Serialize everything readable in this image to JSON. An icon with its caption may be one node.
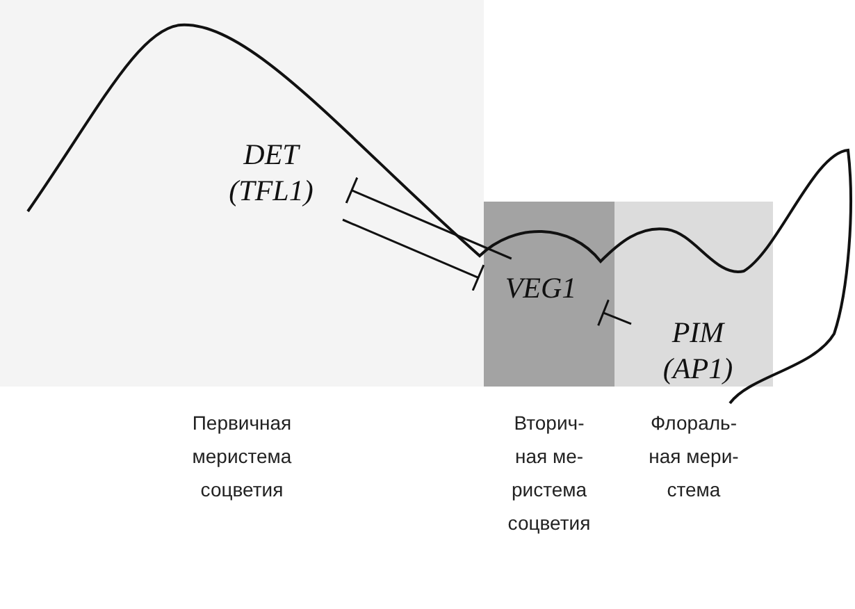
{
  "diagram": {
    "nodes": [
      {
        "text": [
          "Первичная меристема соцветия"
        ]
      },
      {
        "text": [
          "Вторич- ная ме- ристема соцветия"
        ]
      },
      {
        "text": [
          "Флораль- ная мери- стема"
        ]
      },
      {
        "text": [
          "DET",
          "(TFL1)"
        ],
        "in": 0
      },
      {
        "text": [
          "VEG1"
        ],
        "in": 1
      },
      {
        "text": [
          "PIM",
          "(AP1)"
        ],
        "in": 2
      }
    ],
    "edges": [
      {
        "from": 4,
        "to": 3,
        "arrow": "other"
      },
      {
        "from": 3,
        "to": 4,
        "arrow": "other"
      },
      {
        "from": 5,
        "to": 4,
        "arrow": "other"
      }
    ]
  }
}
